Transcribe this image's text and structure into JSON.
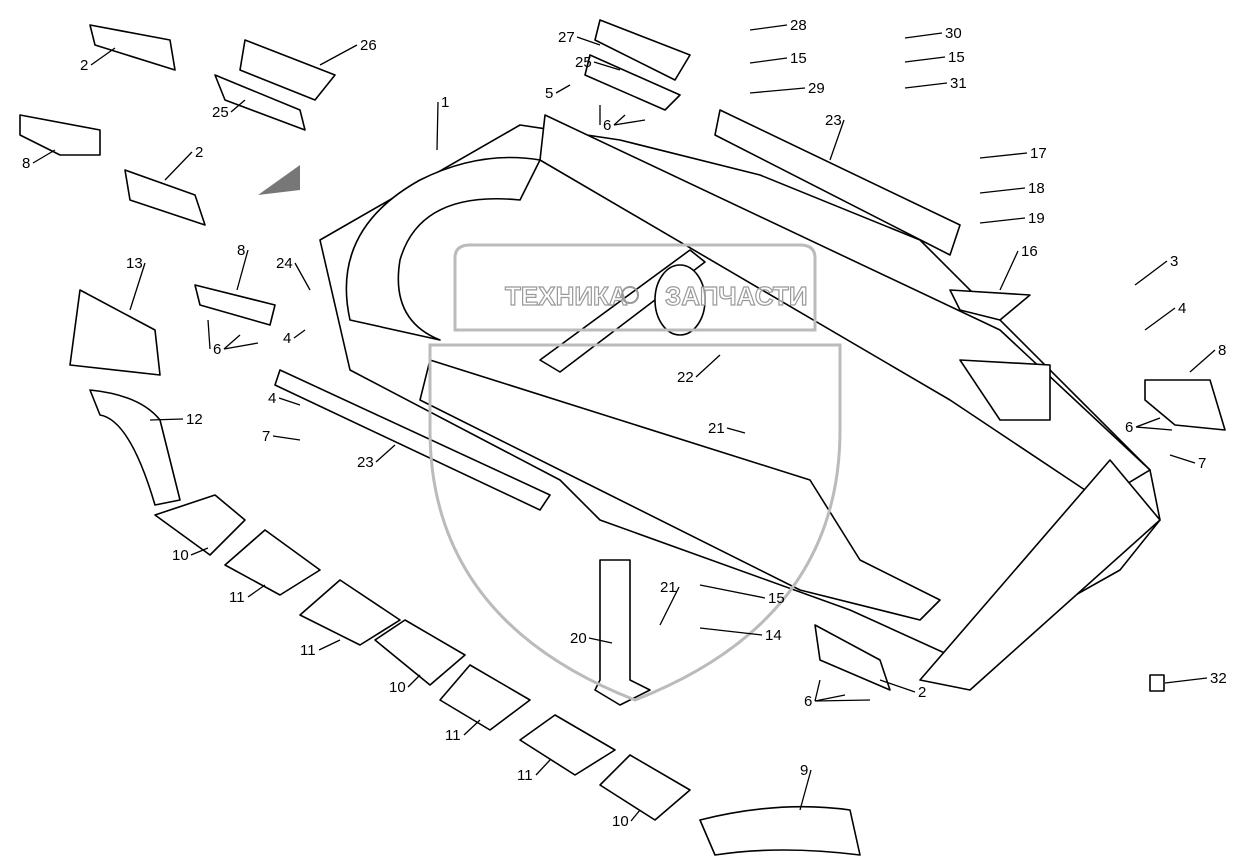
{
  "watermark": {
    "left_text": "ТЕХНИКА",
    "right_text": "ЗАПЧАСТИ",
    "logo_color": "#bbbbbb"
  },
  "callouts": [
    "2",
    "26",
    "27",
    "28",
    "30",
    "15",
    "15",
    "31",
    "5",
    "25",
    "29",
    "25",
    "6",
    "1",
    "23",
    "17",
    "18",
    "19",
    "16",
    "8",
    "2",
    "3",
    "4",
    "8",
    "6",
    "7",
    "13",
    "8",
    "24",
    "6",
    "4",
    "4",
    "7",
    "12",
    "22",
    "21",
    "23",
    "10",
    "11",
    "21",
    "15",
    "14",
    "20",
    "11",
    "10",
    "32",
    "2",
    "6",
    "11",
    "11",
    "10",
    "9"
  ]
}
